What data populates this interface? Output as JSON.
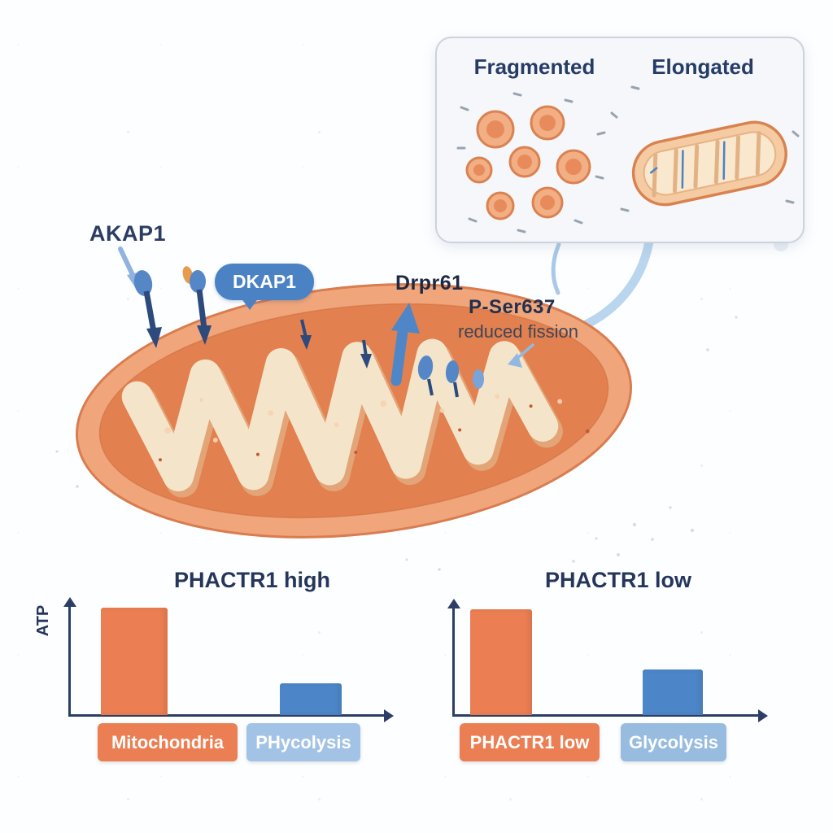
{
  "inset": {
    "fragmented_label": "Fragmented",
    "elongated_label": "Elongated"
  },
  "diagram_labels": {
    "akap1": "AKAP1",
    "dkap1_bubble": "DKAP1",
    "drp1": "Drpr61",
    "p_ser637": "P-Ser637",
    "reduced_fission": "reduced fission"
  },
  "colors": {
    "accent_blue": "#4A82C4",
    "light_blue": "#A2C3E5",
    "orange": "#EB7E52",
    "navy_text": "#25365C",
    "mitochondrion_outer": "#F0A67A",
    "mitochondrion_matrix": "#E2804F",
    "cristae_cream": "#F4E5CA"
  },
  "chart_data": [
    {
      "type": "bar",
      "title": "PHACTR1 high",
      "ylabel": "ATP",
      "xlabel": "",
      "ylim": [
        0,
        1
      ],
      "grid": false,
      "legend": "none",
      "bars": [
        {
          "label": "Mitochondria",
          "value": 0.97,
          "color": "#EB7E52",
          "label_box_color": "#EB7E52"
        },
        {
          "label": "PHycolysis",
          "value": 0.29,
          "color": "#4C86C8",
          "label_box_color": "#A2C3E5"
        }
      ]
    },
    {
      "type": "bar",
      "title": "PHACTR1 low",
      "ylabel": "",
      "xlabel": "",
      "ylim": [
        0,
        1
      ],
      "grid": false,
      "legend": "none",
      "bars": [
        {
          "label": "PHACTR1 low",
          "value": 0.97,
          "color": "#EB7E52",
          "label_box_color": "#EB7E52"
        },
        {
          "label": "Glycolysis",
          "value": 0.42,
          "color": "#4C86C8",
          "label_box_color": "#97BCE0"
        }
      ]
    }
  ]
}
